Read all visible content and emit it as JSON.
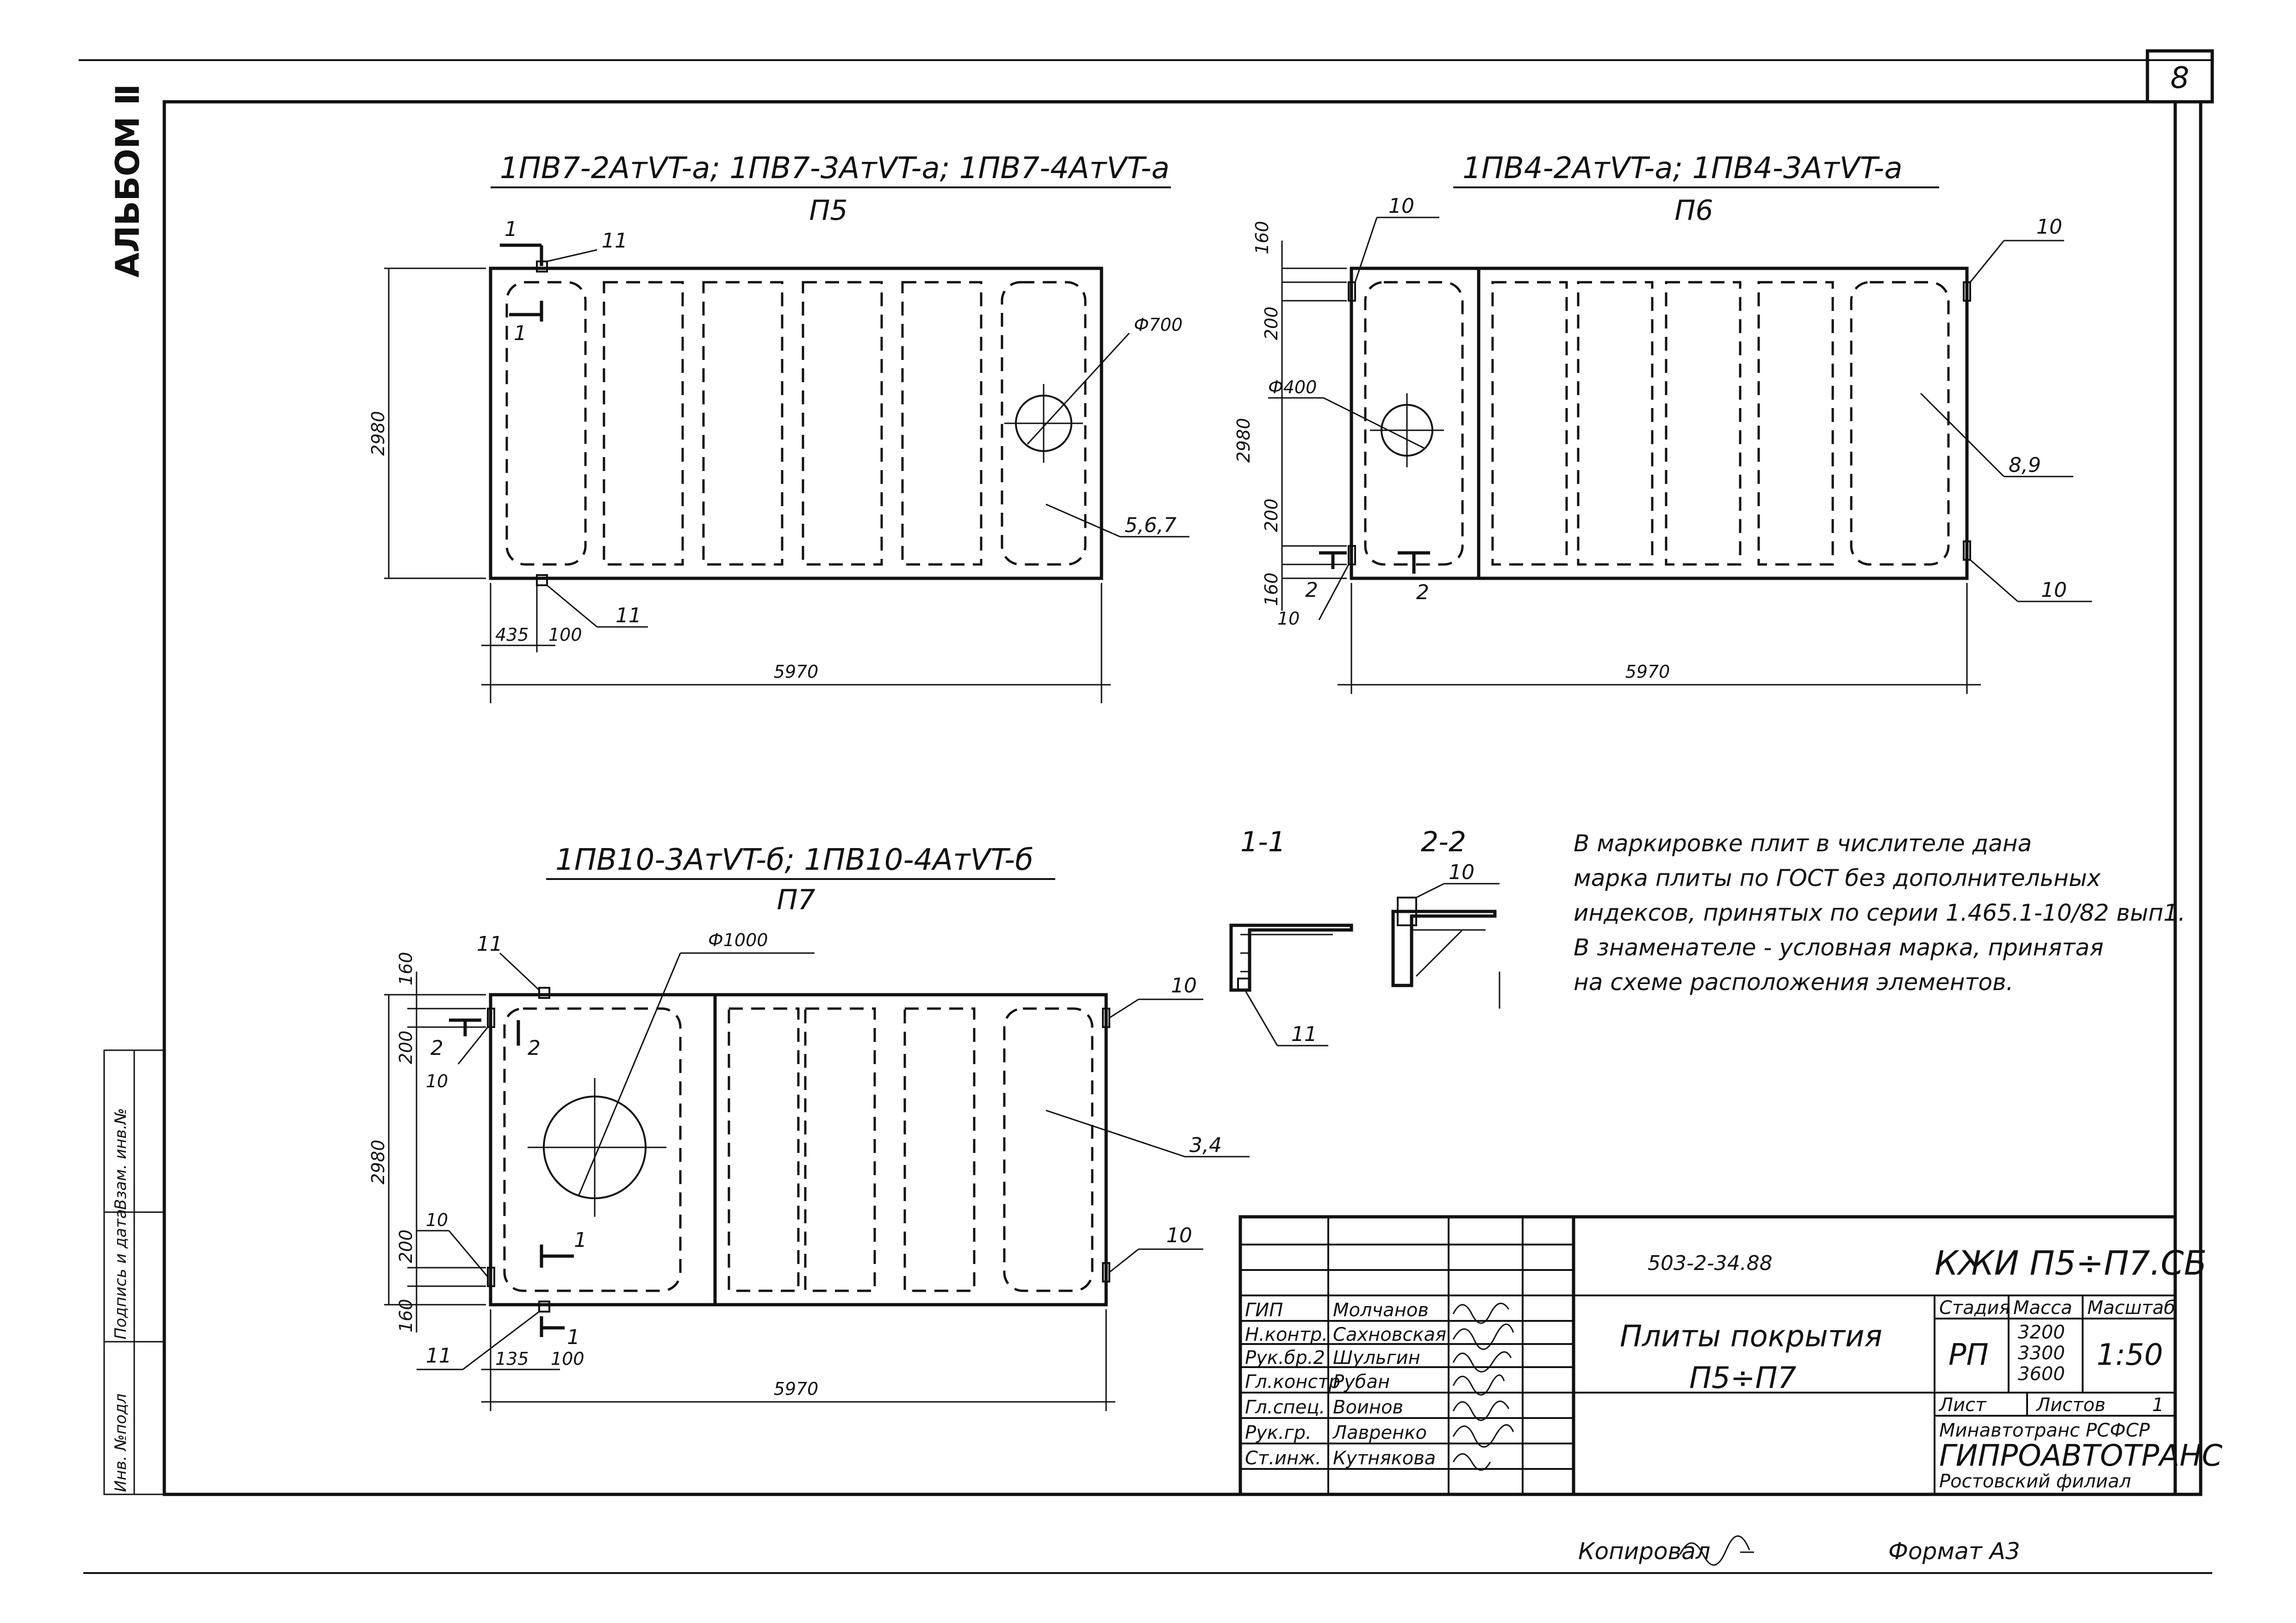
{
  "sheet_number": "8",
  "album": "АЛЬБОМ Ⅱ",
  "side_columns": [
    "Инв. №подл",
    "Подпись и дата",
    "Взам. инв.№"
  ],
  "views": [
    {
      "id": "p5",
      "marks": "1ПВ7-2АтVT-а; 1ПВ7-3АтVT-а; 1ПВ7-4АтVT-а",
      "designation": "П5",
      "dims": {
        "length": "5970",
        "height": "2980",
        "d1": "435",
        "d2": "100"
      },
      "hole": "Ф700",
      "callouts": [
        "11",
        "11",
        "5,6,7"
      ],
      "section_marks": [
        "1",
        "1"
      ]
    },
    {
      "id": "p6",
      "marks": "1ПВ4-2АтVT-а; 1ПВ4-3АтVT-а",
      "designation": "П6",
      "dims": {
        "length": "5970",
        "height": "2980",
        "top1": "160",
        "top2": "200",
        "bot1": "200",
        "bot2": "160"
      },
      "hole": "Ф400",
      "callouts": [
        "10",
        "10",
        "10",
        "10",
        "8,9"
      ],
      "section_marks": [
        "2",
        "2"
      ]
    },
    {
      "id": "p7",
      "marks": "1ПВ10-3АтVT-б; 1ПВ10-4АтVT-б",
      "designation": "П7",
      "dims": {
        "length": "5970",
        "height": "2980",
        "top1": "160",
        "top2": "200",
        "bot1": "200",
        "bot2": "160",
        "d1": "135",
        "d2": "100"
      },
      "hole": "Ф1000",
      "callouts": [
        "11",
        "10",
        "10",
        "10",
        "10",
        "11",
        "3,4"
      ],
      "section_marks": [
        "2",
        "2",
        "1",
        "1"
      ]
    }
  ],
  "sections": [
    {
      "title": "1-1",
      "callout": "11"
    },
    {
      "title": "2-2",
      "callout": "10"
    }
  ],
  "note_lines": [
    "В маркировке плит в числителе дана",
    "марка плиты по ГОСТ без дополнительных",
    "индексов, принятых по серии 1.465.1-10/82 вып1.",
    "В знаменателе - условная марка, принятая",
    "на схеме расположения элементов."
  ],
  "title_block": {
    "project_code": "503-2-34.88",
    "doc_code": "КЖИ П5÷П7.СБ",
    "title_line1": "Плиты покрытия",
    "title_line2": "П5÷П7",
    "stage_label": "Стадия",
    "mass_label": "Масса",
    "scale_label": "Масштаб",
    "stage": "РП",
    "masses": [
      "3200",
      "3300",
      "3600"
    ],
    "scale": "1:50",
    "sheet_label": "Лист",
    "sheets_label": "Листов",
    "sheets": "1",
    "org1": "Минавтотранс РСФСР",
    "org2": "ГИПРОАВТОТРАНС",
    "org3": "Ростовский филиал",
    "people": [
      {
        "role": "ГИП",
        "name": "Молчанов"
      },
      {
        "role": "Н.контр.",
        "name": "Сахновская"
      },
      {
        "role": "Рук.бр.2",
        "name": "Шульгин"
      },
      {
        "role": "Гл.констр",
        "name": "Рубан"
      },
      {
        "role": "Гл.спец.",
        "name": "Воинов"
      },
      {
        "role": "Рук.гр.",
        "name": "Лавренко"
      },
      {
        "role": "Ст.инж.",
        "name": "Кутнякова"
      }
    ]
  },
  "footer": {
    "copied": "Копировал",
    "format": "Формат А3"
  }
}
